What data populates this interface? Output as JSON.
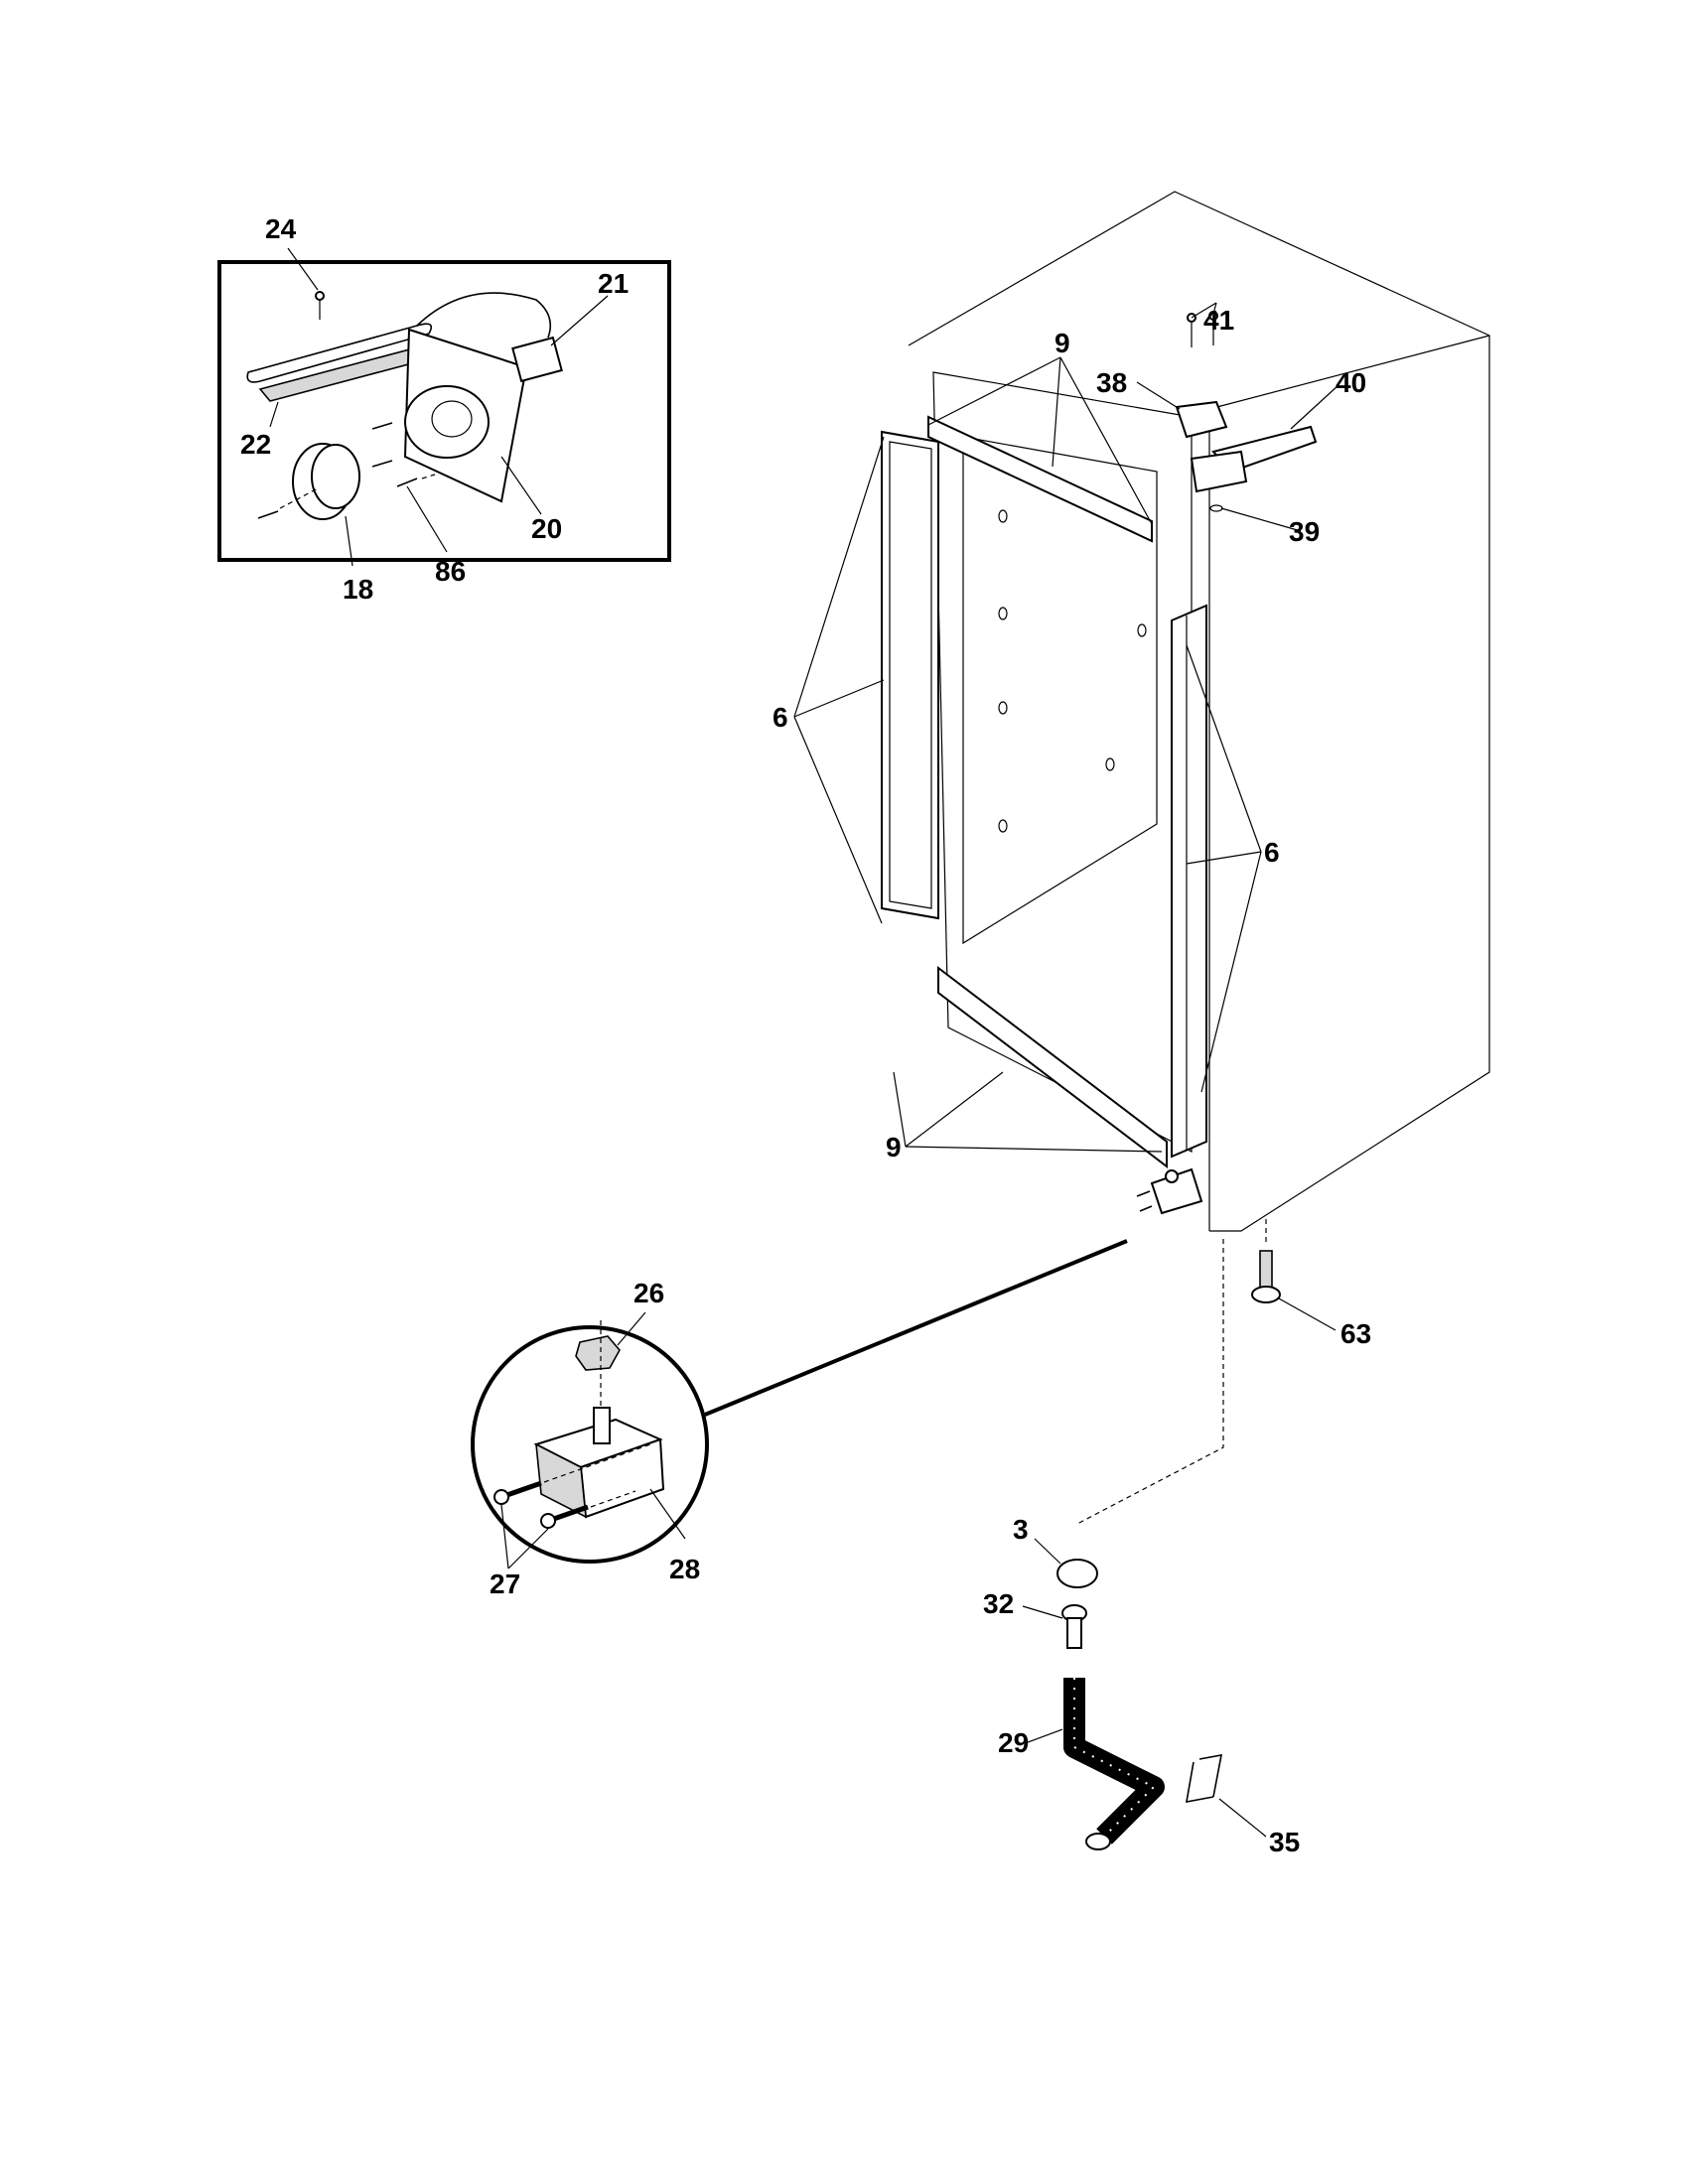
{
  "labels": {
    "l3": "3",
    "l6a": "6",
    "l6b": "6",
    "l9a": "9",
    "l9b": "9",
    "l18": "18",
    "l20": "20",
    "l21": "21",
    "l22": "22",
    "l24": "24",
    "l26": "26",
    "l27": "27",
    "l28": "28",
    "l29": "29",
    "l32": "32",
    "l35": "35",
    "l38": "38",
    "l39": "39",
    "l40": "40",
    "l41": "41",
    "l63": "63",
    "l86": "86"
  },
  "colors": {
    "ink": "#000000",
    "paper": "#ffffff",
    "shade": "#d8d8d8"
  }
}
